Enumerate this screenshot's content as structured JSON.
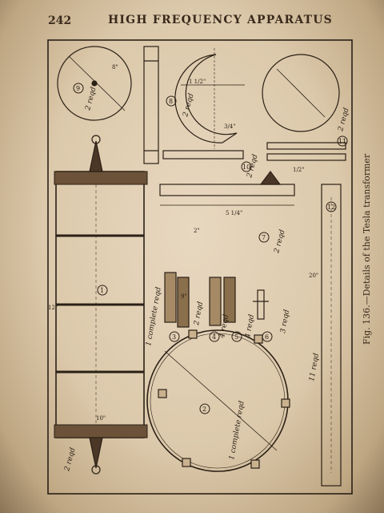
{
  "header": {
    "page_number": "242",
    "running_head": "HIGH FREQUENCY APPARATUS"
  },
  "figure": {
    "caption": "Fig. 136.—Details of the Tesla transformer",
    "callouts": {
      "c1": "1",
      "c2": "2",
      "c3": "3",
      "c4": "4",
      "c5": "5",
      "c6": "6",
      "c7": "7",
      "c8": "8",
      "c9": "9",
      "c10": "10",
      "c11": "11",
      "c12": "12"
    },
    "notes": {
      "reqd_2_top": "2 reqd",
      "reqd_2_disc": "2 reqd",
      "reqd_2_right": "2 reqd",
      "reqd_2_clip": "2 reqd",
      "reqd_1_complete": "1 complete reqd",
      "reqd_1_complete_ring": "1 complete reqd",
      "reqd_2_small": "2 reqd",
      "reqd_4_small": "4 reqd",
      "reqd_3_small": "3 reqd",
      "reqd_4_small_b": "4 reqd",
      "reqd_11": "11 reqd",
      "reqd_2_strip": "2 reqd",
      "reqd_2_left": "2 reqd"
    },
    "dims": {
      "d_8": "8\"",
      "d_1_1_2": "1 1/2\"",
      "d_3_4": "3/4\"",
      "d_5_1_4": "5 1/4\"",
      "d_9": "9\"",
      "d_12": "12\"",
      "d_10": "10\"",
      "d_20": "20\"",
      "d_2": "2\"",
      "d_1_2": "1/2\""
    }
  }
}
